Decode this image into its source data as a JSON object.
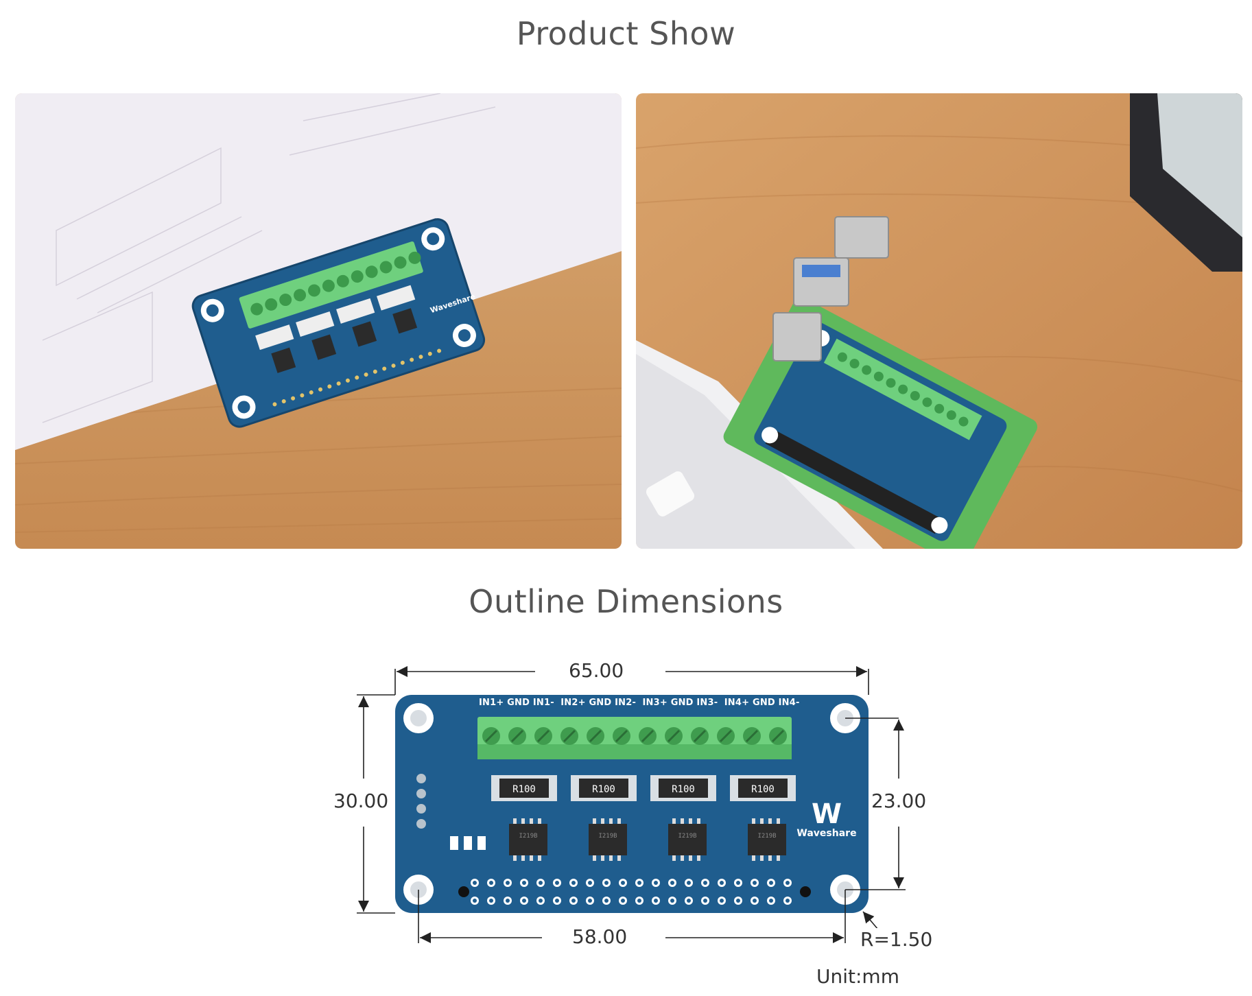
{
  "sections": {
    "product_show": "Product Show",
    "outline_dimensions": "Outline Dimensions"
  },
  "board": {
    "terminal_labels": "IN1+ GND IN1-  IN2+ GND IN2-  IN3+ GND IN3-  IN4+ GND IN4-",
    "resistor_label": "R100",
    "brand": "Waveshare",
    "chip_marking": "I219B"
  },
  "dimensions": {
    "width": "65.00",
    "height": "30.00",
    "hole_vertical": "23.00",
    "hole_horizontal": "58.00",
    "radius": "R=1.50",
    "unit": "Unit:mm"
  },
  "colors": {
    "pcb": "#1f5d8e",
    "terminal": "#6fd07e",
    "wood": "#c9915a"
  }
}
